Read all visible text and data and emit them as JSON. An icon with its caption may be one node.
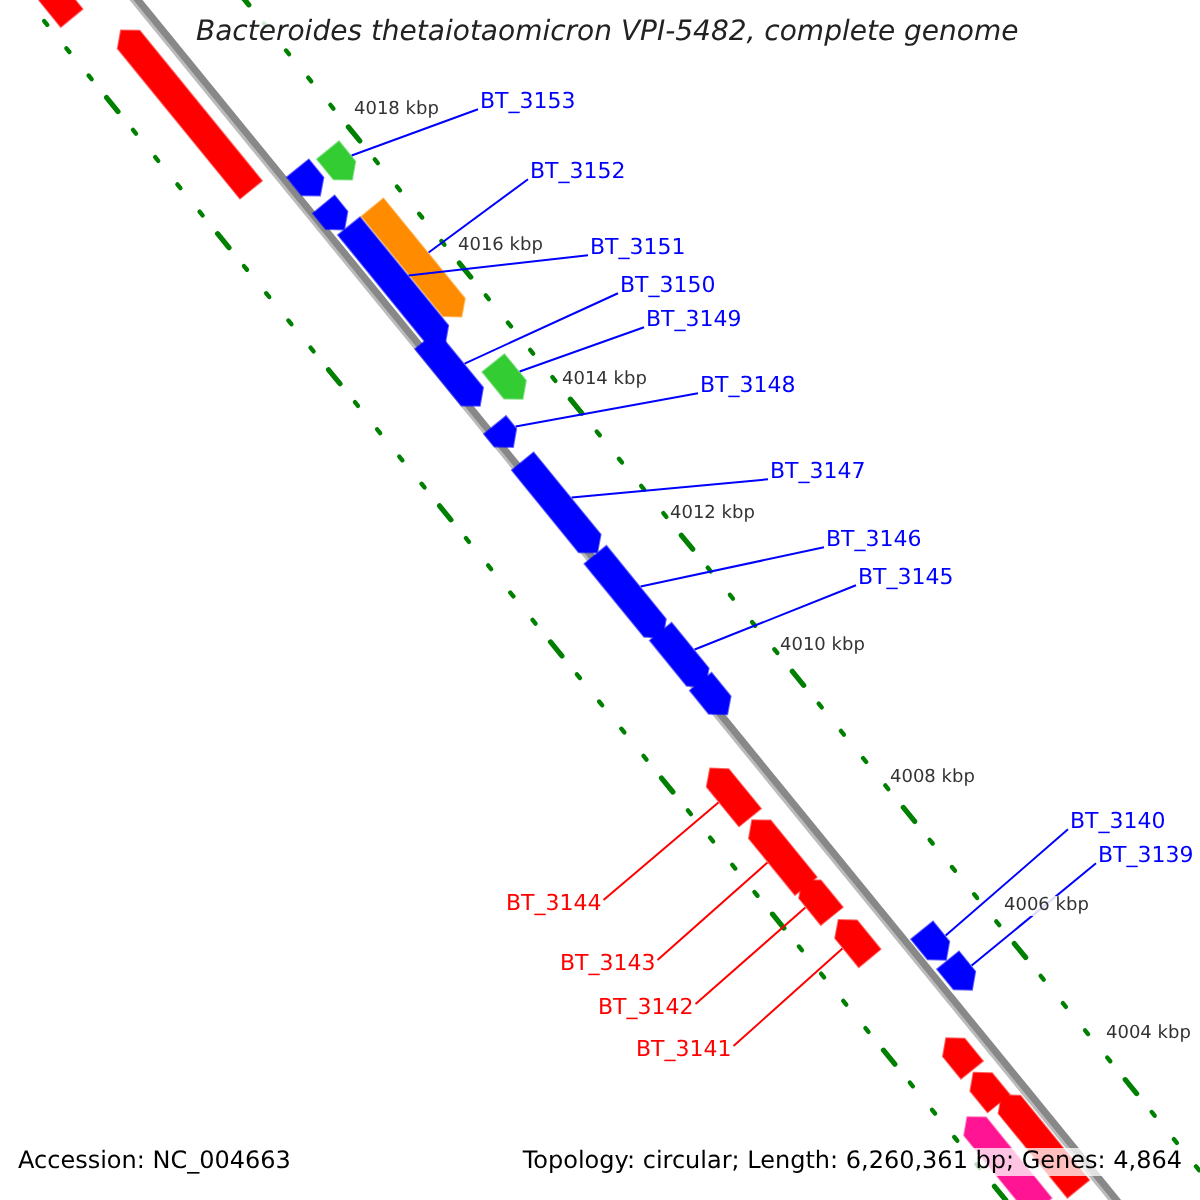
{
  "diagram": {
    "title": "Bacteroides thetaiotaomicron VPI-5482, complete genome",
    "nodes": [
      {
        "text": [
          "BT_3153"
        ]
      },
      {
        "text": [
          "BT_3152"
        ]
      },
      {
        "text": [
          "BT_3151"
        ]
      },
      {
        "text": [
          "BT_3150"
        ]
      },
      {
        "text": [
          "BT_3149"
        ]
      },
      {
        "text": [
          "BT_3148"
        ]
      },
      {
        "text": [
          "BT_3147"
        ]
      },
      {
        "text": [
          "BT_3146"
        ]
      },
      {
        "text": [
          "BT_3145"
        ]
      },
      {
        "text": [
          "BT_3140"
        ]
      },
      {
        "text": [
          "BT_3139"
        ]
      },
      {
        "text": [
          "BT_3144"
        ]
      },
      {
        "text": [
          "BT_3143"
        ]
      },
      {
        "text": [
          "BT_3142"
        ]
      },
      {
        "text": [
          "BT_3141"
        ]
      },
      {
        "text": [],
        "shape": "pentagon"
      },
      {
        "text": [],
        "shape": "pentagon"
      },
      {
        "text": [],
        "shape": "pentagon"
      },
      {
        "text": [],
        "shape": "pentagon"
      },
      {
        "text": [],
        "shape": "pentagon"
      },
      {
        "text": [],
        "shape": "pentagon"
      },
      {
        "text": [],
        "shape": "pentagon"
      },
      {
        "text": [],
        "shape": "pentagon"
      },
      {
        "text": [],
        "shape": "pentagon"
      },
      {
        "text": [],
        "shape": "pentagon"
      },
      {
        "text": [],
        "shape": "pentagon"
      },
      {
        "text": [],
        "shape": "pentagon"
      },
      {
        "text": [],
        "shape": "pentagon"
      },
      {
        "text": [],
        "shape": "pentagon"
      },
      {
        "text": [],
        "shape": "pentagon"
      },
      {
        "text": [],
        "shape": "pentagon"
      },
      {
        "text": [],
        "shape": "pentagon"
      },
      {
        "text": [],
        "shape": "pentagon"
      },
      {
        "text": [],
        "shape": "pentagon"
      },
      {
        "text": [],
        "shape": "pentagon"
      },
      {
        "text": [],
        "shape": "pentagon"
      },
      {
        "text": [],
        "shape": "pentagon"
      },
      {
        "text": [],
        "shape": "pentagon"
      },
      {
        "text": [],
        "shape": "pentagon"
      }
    ],
    "edges": [
      {
        "from": 0,
        "to": 17,
        "arrow": "none"
      },
      {
        "from": 1,
        "to": 20,
        "arrow": "none"
      },
      {
        "from": 2,
        "to": 21,
        "arrow": "none"
      },
      {
        "from": 3,
        "to": 22,
        "arrow": "none"
      },
      {
        "from": 4,
        "to": 23,
        "arrow": "none"
      },
      {
        "from": 5,
        "to": 24,
        "arrow": "none"
      },
      {
        "from": 6,
        "to": 25,
        "arrow": "none"
      },
      {
        "from": 7,
        "to": 26,
        "arrow": "none"
      },
      {
        "from": 8,
        "to": 27,
        "arrow": "none"
      },
      {
        "from": 9,
        "to": 33,
        "arrow": "none"
      },
      {
        "from": 10,
        "to": 34,
        "arrow": "none"
      },
      {
        "from": 11,
        "to": 29,
        "arrow": "none",
        "color": "#ff0000"
      },
      {
        "from": 12,
        "to": 30,
        "arrow": "none",
        "color": "#ff0000"
      },
      {
        "from": 13,
        "to": 31,
        "arrow": "none",
        "color": "#ff0000"
      },
      {
        "from": 14,
        "to": 32,
        "arrow": "none",
        "color": "#ff0000"
      }
    ],
    "labels": [
      "4018 kbp",
      "4016 kbp",
      "4014 kbp",
      "4012 kbp",
      "4010 kbp",
      "4008 kbp",
      "4006 kbp",
      "4004 kbp",
      "Accession: NC_004663",
      "Topology: circular; Length: 6,260,361 bp; Genes: 4,864"
    ]
  }
}
